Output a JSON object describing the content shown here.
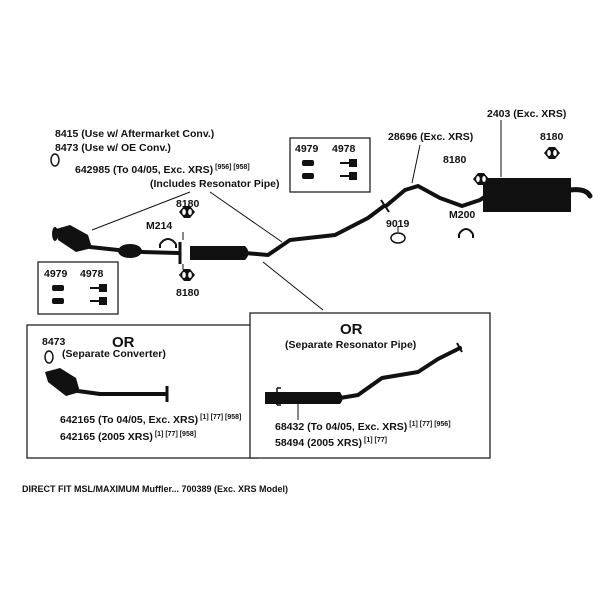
{
  "labels": {
    "p8415": "8415 (Use w/ Aftermarket Conv.)",
    "p8473": "8473 (Use w/ OE Conv.)",
    "p642985": "642985 (To 04/05, Exc. XRS)",
    "p642985_sup": "[956] [958]",
    "p642985_note": "(Includes Resonator Pipe)",
    "p8180_top": "8180",
    "pM214": "M214",
    "p8180_bottom": "8180",
    "p9019": "9019",
    "p28696": "28696 (Exc. XRS)",
    "p8180_mid": "8180",
    "pM200": "M200",
    "p2403": "2403 (Exc. XRS)",
    "p8180_right": "8180",
    "p4979_a": "4979",
    "p4978_a": "4978",
    "p4979_b": "4979",
    "p4978_b": "4978"
  },
  "converter_option": {
    "or": "OR",
    "p8473": "8473",
    "title": "(Separate Converter)",
    "line1": "642165 (To 04/05, Exc. XRS)",
    "line1_sup": "[1] [77] [958]",
    "line2": "642165 (2005 XRS)",
    "line2_sup": "[1] [77] [958]"
  },
  "resonator_option": {
    "or": "OR",
    "title": "(Separate Resonator Pipe)",
    "line1": "68432 (To 04/05, Exc. XRS)",
    "line1_sup": "[1] [77] [956]",
    "line2": "58494 (2005 XRS)",
    "line2_sup": "[1] [77]"
  },
  "footer": "DIRECT FIT MSL/MAXIMUM Muffler... 700389 (Exc. XRS Model)"
}
